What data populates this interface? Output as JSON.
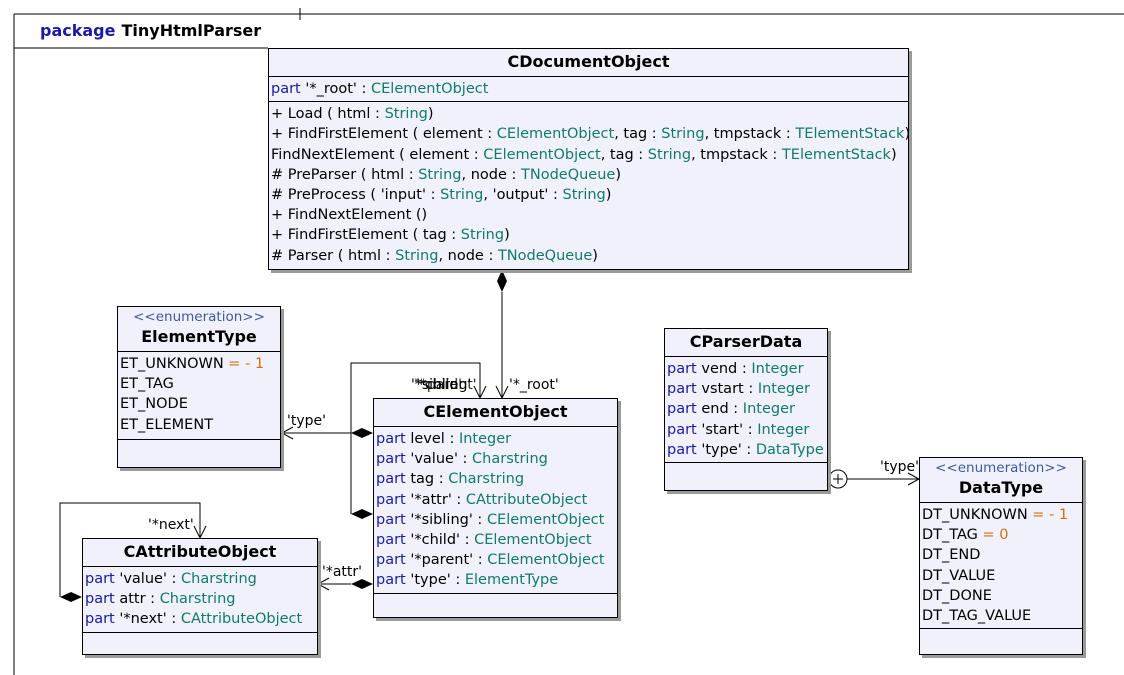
{
  "package": {
    "keyword": "package",
    "name": "TinyHtmlParser"
  },
  "classes": {
    "cdocument": {
      "name": "CDocumentObject",
      "parts": [
        {
          "kw": "part",
          "name": "'*_root'",
          "type": "CElementObject"
        }
      ],
      "ops": [
        "+ Load ( html : String)",
        "+ FindFirstElement ( element : CElementObject, tag : String, tmpstack : TElementStack)",
        "FindNextElement ( element : CElementObject, tag : String, tmpstack : TElementStack)",
        "# PreParser ( html : String, node : TNodeQueue)",
        "# PreProcess ( 'input' : String, 'output' : String)",
        "+ FindNextElement ()",
        "+ FindFirstElement ( tag : String)",
        "# Parser ( html : String, node : TNodeQueue)"
      ]
    },
    "elementtype": {
      "stereotype": "<<enumeration>>",
      "name": "ElementType",
      "literals": [
        "ET_UNKNOWN = - 1",
        "ET_TAG",
        "ET_NODE",
        "ET_ELEMENT"
      ]
    },
    "celement": {
      "name": "CElementObject",
      "parts": [
        {
          "kw": "part",
          "name": "level",
          "type": "Integer"
        },
        {
          "kw": "part",
          "name": "'value'",
          "type": "Charstring"
        },
        {
          "kw": "part",
          "name": "tag",
          "type": "Charstring"
        },
        {
          "kw": "part",
          "name": "'*attr'",
          "type": "CAttributeObject"
        },
        {
          "kw": "part",
          "name": "'*sibling'",
          "type": "CElementObject"
        },
        {
          "kw": "part",
          "name": "'*child'",
          "type": "CElementObject"
        },
        {
          "kw": "part",
          "name": "'*parent'",
          "type": "CElementObject"
        },
        {
          "kw": "part",
          "name": "'type'",
          "type": "ElementType"
        }
      ]
    },
    "cattribute": {
      "name": "CAttributeObject",
      "parts": [
        {
          "kw": "part",
          "name": "'value'",
          "type": "Charstring"
        },
        {
          "kw": "part",
          "name": "attr",
          "type": "Charstring"
        },
        {
          "kw": "part",
          "name": "'*next'",
          "type": "CAttributeObject"
        }
      ]
    },
    "cparserdata": {
      "name": "CParserData",
      "parts": [
        {
          "kw": "part",
          "name": "vend",
          "type": "Integer"
        },
        {
          "kw": "part",
          "name": "vstart",
          "type": "Integer"
        },
        {
          "kw": "part",
          "name": "end",
          "type": "Integer"
        },
        {
          "kw": "part",
          "name": "'start'",
          "type": "Integer"
        },
        {
          "kw": "part",
          "name": "'type'",
          "type": "DataType"
        }
      ]
    },
    "datatype": {
      "stereotype": "<<enumeration>>",
      "name": "DataType",
      "literals": [
        "DT_UNKNOWN = - 1",
        "DT_TAG = 0",
        "DT_END",
        "DT_VALUE",
        "DT_DONE",
        "DT_TAG_VALUE"
      ]
    }
  },
  "labels": {
    "root": "'*_root'",
    "type_elem": "'type'",
    "next": "'*next'",
    "attr": "'*attr'",
    "type_data": "'type'",
    "self_overlap": "'*sibling'",
    "self_overlap2": "'*child'",
    "self_overlap3": "'*parent'"
  },
  "colors": {
    "keyword": "#1a1aa6",
    "type": "#117a6b",
    "number": "#d07010",
    "class_fill": "#f1f1fb"
  }
}
